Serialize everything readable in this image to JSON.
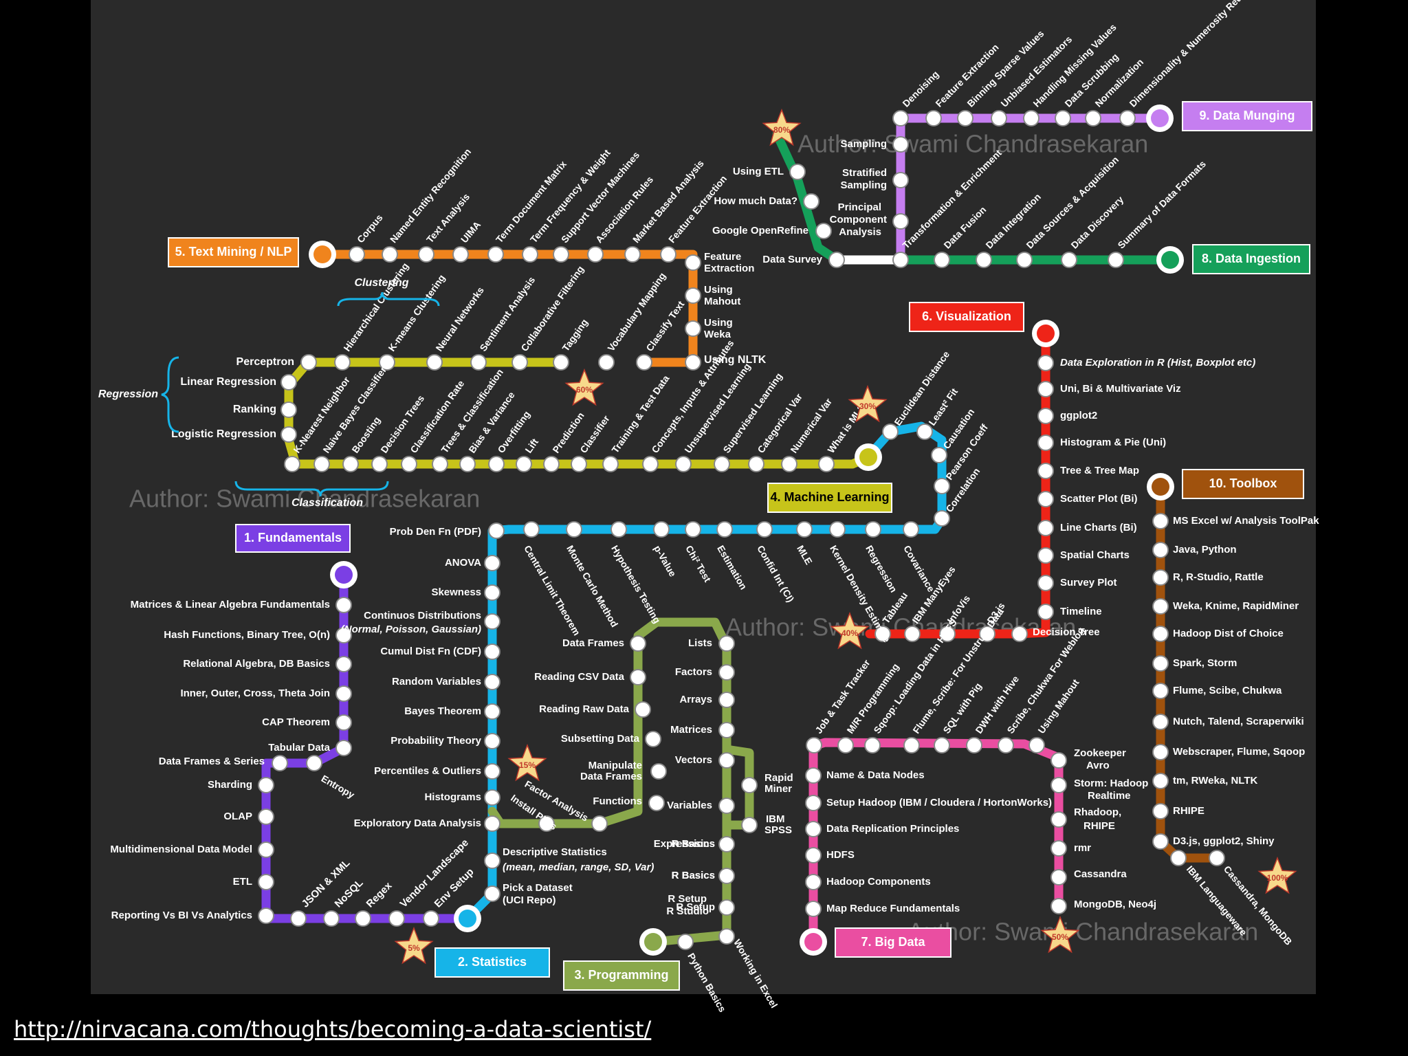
{
  "footer": {
    "url": "http://nirvacana.com/thoughts/becoming-a-data-scientist/"
  },
  "watermark": "Author: Swami Chandrasekaran",
  "colors": {
    "panel": "#2a2a2a",
    "station_fill": "#ffffff",
    "station_stroke": "#888888",
    "text": "#ffffff",
    "star": "#f7d98b"
  },
  "regression_label": "Regression",
  "clustering_label": "Clustering",
  "classification_label": "Classification",
  "lines": [
    {
      "id": "fundamentals",
      "name": "1. Fundamentals",
      "color": "#7b3fe4",
      "text_color": "#ffffff",
      "stations": [
        "Matrices & Linear Algebra Fundamentals",
        "Hash Functions, Binary Tree, O(n)",
        "Relational Algebra, DB Basics",
        "Inner, Outer, Cross, Theta Join",
        "CAP Theorem",
        "Tabular Data",
        "Entropy",
        "Data Frames & Series",
        "Sharding",
        "OLAP",
        "Multidimensional Data Model",
        "ETL",
        "Reporting Vs BI Vs Analytics",
        "JSON & XML",
        "NoSQL",
        "Regex",
        "Vendor Landscape",
        "Env Setup"
      ]
    },
    {
      "id": "statistics",
      "name": "2. Statistics",
      "color": "#16b4e8",
      "text_color": "#ffffff",
      "stations": [
        "Pick a Dataset (UCI Repo)",
        "Descriptive Statistics (mean, median, range, SD, Var)",
        "Exploratory Data Analysis",
        "Histograms",
        "Percentiles & Outliers",
        "Probability Theory",
        "Bayes Theorem",
        "Random Variables",
        "Cumul Dist Fn (CDF)",
        "Continuos Distributions (Normal, Poisson, Gaussian)",
        "Skewness",
        "ANOVA",
        "Prob Den Fn (PDF)",
        "Central Limit Theorem",
        "Monte Carlo Method",
        "Hypothesis Testing",
        "p-Value",
        "Chi² Test",
        "Estimation",
        "Confid Int (CI)",
        "MLE",
        "Kernel Density Estimate",
        "Regression",
        "Covariance",
        "Correlation",
        "Pearson Coeff",
        "Causation",
        "Least² Fit",
        "Euclidean Distance"
      ]
    },
    {
      "id": "programming",
      "name": "3. Programming",
      "color": "#8aa84b",
      "text_color": "#ffffff",
      "stations": [
        "Python Basics",
        "Working in Excel",
        "R Setup R Studio",
        "R Basics",
        "Expressions",
        "Variables",
        "IBM SPSS",
        "Rapid Miner",
        "Vectors",
        "Matrices",
        "Arrays",
        "Factors",
        "Lists",
        "Data Frames",
        "Reading CSV Data",
        "Reading Raw Data",
        "Subsetting Data",
        "Manipulate Data Frames",
        "Functions",
        "Factor Analysis",
        "Install Pkgs"
      ]
    },
    {
      "id": "ml",
      "name": "4. Machine Learning",
      "color": "#c7c41a",
      "text_color": "#000000",
      "stations": [
        "What is ML?",
        "Numerical Var",
        "Categorical Var",
        "Supervised Learning",
        "Unsupervised Learning",
        "Concepts, Inputs & Attributes",
        "Training & Test Data",
        "Classifier",
        "Prediction",
        "Lift",
        "Overfitting",
        "Bias & Variance",
        "Trees & Classification",
        "Classification Rate",
        "Decision Trees",
        "Boosting",
        "Naive Bayes Classifiers",
        "K-Nearest Neighbor",
        "Logistic Regression",
        "Ranking",
        "Linear Regression",
        "Perceptron",
        "Hierarchical Clustering",
        "K-means Clustering",
        "Neural Networks",
        "Sentiment Analysis",
        "Collaborative Filtering",
        "Tagging"
      ]
    },
    {
      "id": "textmining",
      "name": "5. Text Mining / NLP",
      "color": "#f0841d",
      "text_color": "#ffffff",
      "stations": [
        "Corpus",
        "Named Entity Recognition",
        "Text Analysis",
        "UIMA",
        "Term Document Matrix",
        "Term Frequency & Weight",
        "Support Vector Machines",
        "Association Rules",
        "Market Based Analysis",
        "Feature Extraction",
        "Using Mahout",
        "Using Weka",
        "Using NLTK",
        "Classify Text",
        "Vocabulary Mapping"
      ]
    },
    {
      "id": "viz",
      "name": "6. Visualization",
      "color": "#ee2418",
      "text_color": "#ffffff",
      "stations": [
        "Data Exploration in R (Hist, Boxplot etc)",
        "Uni, Bi & Multivariate Viz",
        "ggplot2",
        "Histogram & Pie (Uni)",
        "Tree & Tree Map",
        "Scatter Plot (Bi)",
        "Line Charts (Bi)",
        "Spatial Charts",
        "Survey Plot",
        "Timeline",
        "Decision Tree",
        "D3.js",
        "InfoVis",
        "IBM ManyEyes",
        "Tableau"
      ]
    },
    {
      "id": "bigdata",
      "name": "7. Big Data",
      "color": "#ea4ea1",
      "text_color": "#ffffff",
      "stations": [
        "Map Reduce Fundamentals",
        "Hadoop Components",
        "HDFS",
        "Data Replication Principles",
        "Setup Hadoop (IBM / Cloudera / HortonWorks)",
        "Name & Data Nodes",
        "Job & Task Tracker",
        "M/R Programming",
        "Sqoop: Loading Data in HDFS",
        "Flume, Scribe: For Unstruct Data",
        "SQL with Pig",
        "DWH with Hive",
        "Scribe, Chukwa For Weblog",
        "Using Mahout",
        "Zookeeper Avro",
        "Storm: Hadoop Realtime",
        "Rhadoop, RHIPE",
        "rmr",
        "Cassandra",
        "MongoDB, Neo4j"
      ]
    },
    {
      "id": "ingestion",
      "name": "8. Data Ingestion",
      "color": "#15a05a",
      "text_color": "#ffffff",
      "stations": [
        "Summary of Data Formats",
        "Data Discovery",
        "Data Sources & Acquisition",
        "Data Integration",
        "Data Fusion",
        "Transformation & Enrichment",
        "Data Survey",
        "Google OpenRefine",
        "How much Data?",
        "Using ETL"
      ]
    },
    {
      "id": "munging",
      "name": "9. Data Munging",
      "color": "#c57ef0",
      "text_color": "#ffffff",
      "stations": [
        "Dimensionality & Numerosity Reduction",
        "Normalization",
        "Data Scrubbing",
        "Handling Missing Values",
        "Unbiased Estimators",
        "Binning Sparse Values",
        "Feature Extraction",
        "Denoising",
        "Sampling",
        "Stratified Sampling",
        "Principal Component Analysis"
      ]
    },
    {
      "id": "toolbox",
      "name": "10. Toolbox",
      "color": "#a0520d",
      "text_color": "#ffffff",
      "stations": [
        "MS Excel w/ Analysis ToolPak",
        "Java, Python",
        "R, R-Studio, Rattle",
        "Weka, Knime, RapidMiner",
        "Hadoop Dist of Choice",
        "Spark, Storm",
        "Flume, Scibe, Chukwa",
        "Nutch, Talend, Scraperwiki",
        "Webscraper, Flume, Sqoop",
        "tm, RWeka, NLTK",
        "RHIPE",
        "D3.js, ggplot2, Shiny",
        "IBM Languageware",
        "Cassandra, MongoDB"
      ]
    }
  ],
  "milestones": [
    "5%",
    "15%",
    "30%",
    "40%",
    "50%",
    "60%",
    "80%",
    "100%"
  ]
}
